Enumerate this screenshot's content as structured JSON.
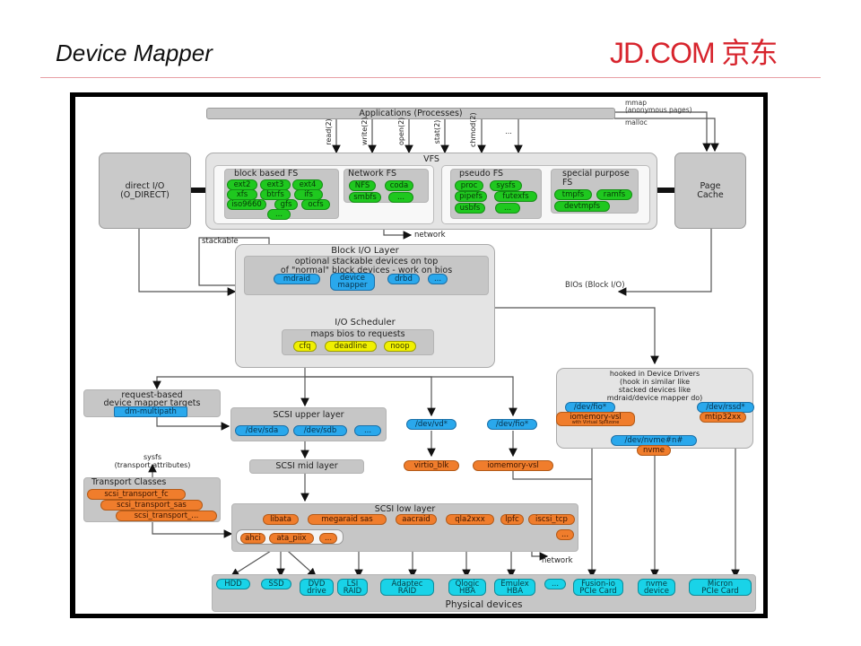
{
  "slide": {
    "title": "Device Mapper",
    "brand": "JD.COM 京东",
    "brand_color": "#d7242d"
  },
  "diagram": {
    "applications": "Applications (Processes)",
    "syscalls": [
      "read(2)",
      "write(2)",
      "open(2)",
      "stat(2)",
      "chmod(2)",
      "..."
    ],
    "mmap_labels": {
      "mmap": "mmap",
      "anon": "(anonymous pages)",
      "malloc": "malloc"
    },
    "vfs": {
      "title": "VFS",
      "block_fs": {
        "title": "block based FS",
        "items": [
          "ext2",
          "ext3",
          "ext4",
          "xfs",
          "btrfs",
          "ifs",
          "iso9660",
          "gfs",
          "ocfs",
          "..."
        ]
      },
      "network_fs": {
        "title": "Network FS",
        "items": [
          "NFS",
          "coda",
          "smbfs",
          "..."
        ]
      },
      "pseudo_fs": {
        "title": "pseudo FS",
        "items": [
          "proc",
          "sysfs",
          "pipefs",
          "futexfs",
          "usbfs",
          "..."
        ]
      },
      "special_fs": {
        "title": "special purpose FS",
        "items": [
          "tmpfs",
          "ramfs",
          "devtmpfs"
        ]
      }
    },
    "direct_io": {
      "line1": "direct I/O",
      "line2": "(O_DIRECT)"
    },
    "page_cache": {
      "line1": "Page",
      "line2": "Cache"
    },
    "network_label": "network",
    "stackable_label": "stackable",
    "block_layer": {
      "title": "Block I/O Layer",
      "desc1": "optional stackable devices on top",
      "desc2": "of \"normal\" block devices - work on bios",
      "items": [
        "mdraid",
        "device mapper",
        "drbd",
        "..."
      ]
    },
    "bios_label": "BIOs (Block I/O)",
    "scheduler": {
      "title": "I/O Scheduler",
      "desc": "maps bios to requests",
      "items": [
        "cfq",
        "deadline",
        "noop"
      ]
    },
    "request_targets": {
      "line1": "request-based",
      "line2": "device mapper targets",
      "item": "dm-multipath"
    },
    "hooked": {
      "lines": [
        "hooked in Device Drivers",
        "(hook in similar like",
        "stacked devices like",
        "mdraid/device mapper do)"
      ],
      "devfio": "/dev/fio*",
      "iomemory": "iomemory-vsl",
      "iomemory_sub": "with Virtual Spillzone",
      "rssd": "/dev/rssd*",
      "mtip": "mtip32xx",
      "nvme_dev": "/dev/nvme#n#",
      "nvme": "nvme"
    },
    "scsi_upper": {
      "title": "SCSI upper layer",
      "items": [
        "/dev/sda",
        "/dev/sdb",
        "..."
      ]
    },
    "vd": {
      "dev": "/dev/vd*",
      "driver": "virtio_blk"
    },
    "fio": {
      "dev": "/dev/fio*",
      "driver": "iomemory-vsl"
    },
    "sysfs": {
      "line1": "sysfs",
      "line2": "(transport attributes)"
    },
    "scsi_mid": "SCSI mid layer",
    "transport": {
      "title": "Transport Classes",
      "items": [
        "scsi_transport_fc",
        "scsi_transport_sas",
        "scsi_transport_..."
      ]
    },
    "scsi_low": {
      "title": "SCSI low layer",
      "items": [
        "libata",
        "megaraid sas",
        "aacraid",
        "qla2xxx",
        "lpfc",
        "iscsi_tcp",
        "..."
      ],
      "ata_items": [
        "ahci",
        "ata_piix",
        "..."
      ]
    },
    "physical": {
      "title": "Physical devices",
      "items": [
        {
          "l1": "HDD",
          "l2": ""
        },
        {
          "l1": "SSD",
          "l2": ""
        },
        {
          "l1": "DVD",
          "l2": "drive"
        },
        {
          "l1": "LSI",
          "l2": "RAID"
        },
        {
          "l1": "Adaptec",
          "l2": "RAID"
        },
        {
          "l1": "Qlogic",
          "l2": "HBA"
        },
        {
          "l1": "Emulex",
          "l2": "HBA"
        },
        {
          "l1": "...",
          "l2": ""
        },
        {
          "l1": "Fusion-io",
          "l2": "PCIe Card"
        },
        {
          "l1": "nvme",
          "l2": "device"
        },
        {
          "l1": "Micron",
          "l2": "PCIe Card"
        }
      ]
    }
  }
}
